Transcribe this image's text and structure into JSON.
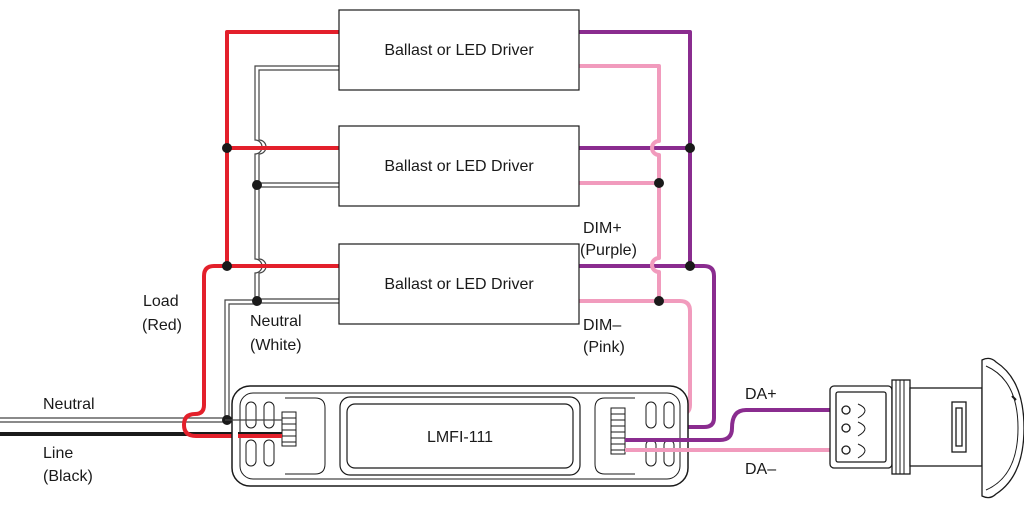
{
  "drivers": [
    {
      "label": "Ballast or LED Driver"
    },
    {
      "label": "Ballast or LED Driver"
    },
    {
      "label": "Ballast or LED Driver"
    }
  ],
  "module": {
    "label": "LMFI-111"
  },
  "labels": {
    "dim_plus": "DIM+",
    "dim_plus_color": "(Purple)",
    "dim_minus": "DIM–",
    "dim_minus_color": "(Pink)",
    "load": "Load",
    "load_color": "(Red)",
    "neutral_wire": "Neutral",
    "neutral_wire_color": "(White)",
    "neutral_in": "Neutral",
    "line_in": "Line",
    "line_in_color": "(Black)",
    "da_plus": "DA+",
    "da_minus": "DA–"
  },
  "colors": {
    "red": "#e3202b",
    "purple": "#8a2c8f",
    "pink": "#f19bbd",
    "black": "#1a1a1a",
    "gray": "#555555"
  }
}
